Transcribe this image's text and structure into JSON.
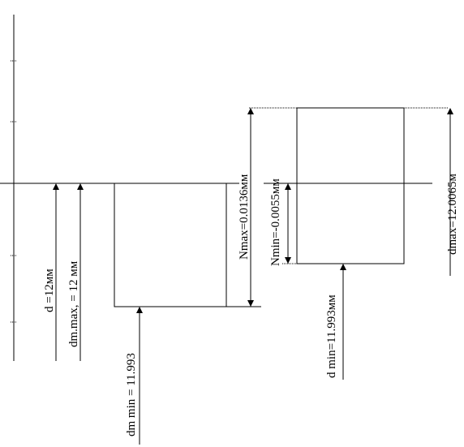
{
  "diagram": {
    "labels": {
      "d": "d =12мм",
      "dm_max": "dm.max, = 12 мм",
      "dm_min": "dm min = 11.993",
      "n_max": "Nmax=0.0136мм",
      "n_min": "Nmin=-0.0055мм",
      "d_min": "d min=11.993мм",
      "d_max": "dmax=12.0065м"
    },
    "colors": {
      "line": "#000000",
      "background": "#ffffff"
    }
  }
}
